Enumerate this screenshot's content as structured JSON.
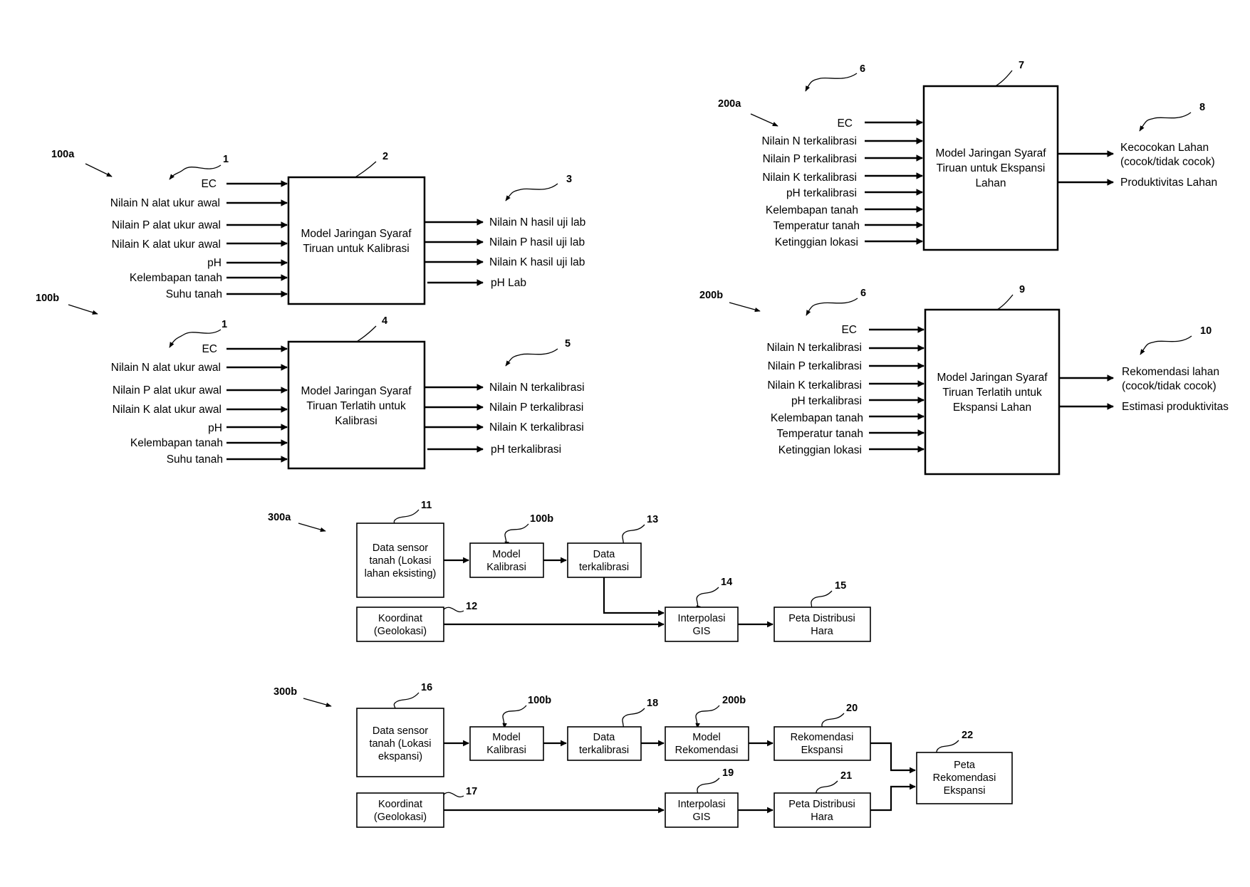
{
  "panel_100a": {
    "tag": "100a",
    "inputs_ref": "1",
    "model_ref": "2",
    "outputs_ref": "3",
    "inputs": [
      "EC",
      "Nilain N alat ukur awal",
      "Nilain P alat ukur awal",
      "Nilain K alat ukur awal",
      "pH",
      "Kelembapan tanah",
      "Suhu tanah"
    ],
    "model": [
      "Model Jaringan Syaraf",
      "Tiruan untuk Kalibrasi"
    ],
    "outputs": [
      "Nilain N hasil uji lab",
      "Nilain P hasil uji lab",
      "Nilain K hasil uji lab",
      "pH Lab"
    ]
  },
  "panel_100b": {
    "tag": "100b",
    "inputs_ref": "1",
    "model_ref": "4",
    "outputs_ref": "5",
    "inputs": [
      "EC",
      "Nilain N alat ukur awal",
      "Nilain P alat ukur awal",
      "Nilain K alat ukur awal",
      "pH",
      "Kelembapan tanah",
      "Suhu tanah"
    ],
    "model": [
      "Model Jaringan Syaraf",
      "Tiruan Terlatih untuk",
      "Kalibrasi"
    ],
    "outputs": [
      "Nilain N terkalibrasi",
      "Nilain P terkalibrasi",
      "Nilain K terkalibrasi",
      "pH terkalibrasi"
    ]
  },
  "panel_200a": {
    "tag": "200a",
    "inputs_ref": "6",
    "model_ref": "7",
    "outputs_ref": "8",
    "inputs": [
      "EC",
      "Nilain N terkalibrasi",
      "Nilain P terkalibrasi",
      "Nilain K terkalibrasi",
      "pH terkalibrasi",
      "Kelembapan tanah",
      "Temperatur tanah",
      "Ketinggian lokasi"
    ],
    "model": [
      "Model Jaringan Syaraf",
      "Tiruan untuk Ekspansi",
      "Lahan"
    ],
    "outputs": [
      "Kecocokan Lahan",
      "(cocok/tidak cocok)",
      "Produktivitas Lahan"
    ]
  },
  "panel_200b": {
    "tag": "200b",
    "inputs_ref": "6",
    "model_ref": "9",
    "outputs_ref": "10",
    "inputs": [
      "EC",
      "Nilain N terkalibrasi",
      "Nilain P terkalibrasi",
      "Nilain K terkalibrasi",
      "pH terkalibrasi",
      "Kelembapan tanah",
      "Temperatur tanah",
      "Ketinggian lokasi"
    ],
    "model": [
      "Model Jaringan Syaraf",
      "Tiruan Terlatih untuk",
      "Ekspansi Lahan"
    ],
    "outputs": [
      "Rekomendasi lahan",
      "(cocok/tidak cocok)",
      "Estimasi produktivitas"
    ]
  },
  "flow_300a": {
    "tag": "300a",
    "refs": {
      "sensor": "11",
      "coord": "12",
      "model": "100b",
      "calibrated": "13",
      "gis": "14",
      "map": "15"
    },
    "sensor": [
      "Data sensor",
      "tanah (Lokasi",
      "lahan eksisting)"
    ],
    "model": [
      "Model",
      "Kalibrasi"
    ],
    "calibrated": [
      "Data",
      "terkalibrasi"
    ],
    "coord": [
      "Koordinat",
      "(Geolokasi)"
    ],
    "gis": [
      "Interpolasi",
      "GIS"
    ],
    "map": [
      "Peta Distribusi",
      "Hara"
    ]
  },
  "flow_300b": {
    "tag": "300b",
    "refs": {
      "sensor": "16",
      "coord": "17",
      "model": "100b",
      "calibrated": "18",
      "recmodel": "200b",
      "gis": "19",
      "recexp": "20",
      "map": "21",
      "final": "22"
    },
    "sensor": [
      "Data sensor",
      "tanah (Lokasi",
      "ekspansi)"
    ],
    "model": [
      "Model",
      "Kalibrasi"
    ],
    "calibrated": [
      "Data",
      "terkalibrasi"
    ],
    "recmodel": [
      "Model",
      "Rekomendasi"
    ],
    "recexp": [
      "Rekomendasi",
      "Ekspansi"
    ],
    "coord": [
      "Koordinat",
      "(Geolokasi)"
    ],
    "gis": [
      "Interpolasi",
      "GIS"
    ],
    "map": [
      "Peta Distribusi",
      "Hara"
    ],
    "final": [
      "Peta",
      "Rekomendasi",
      "Ekspansi"
    ]
  }
}
